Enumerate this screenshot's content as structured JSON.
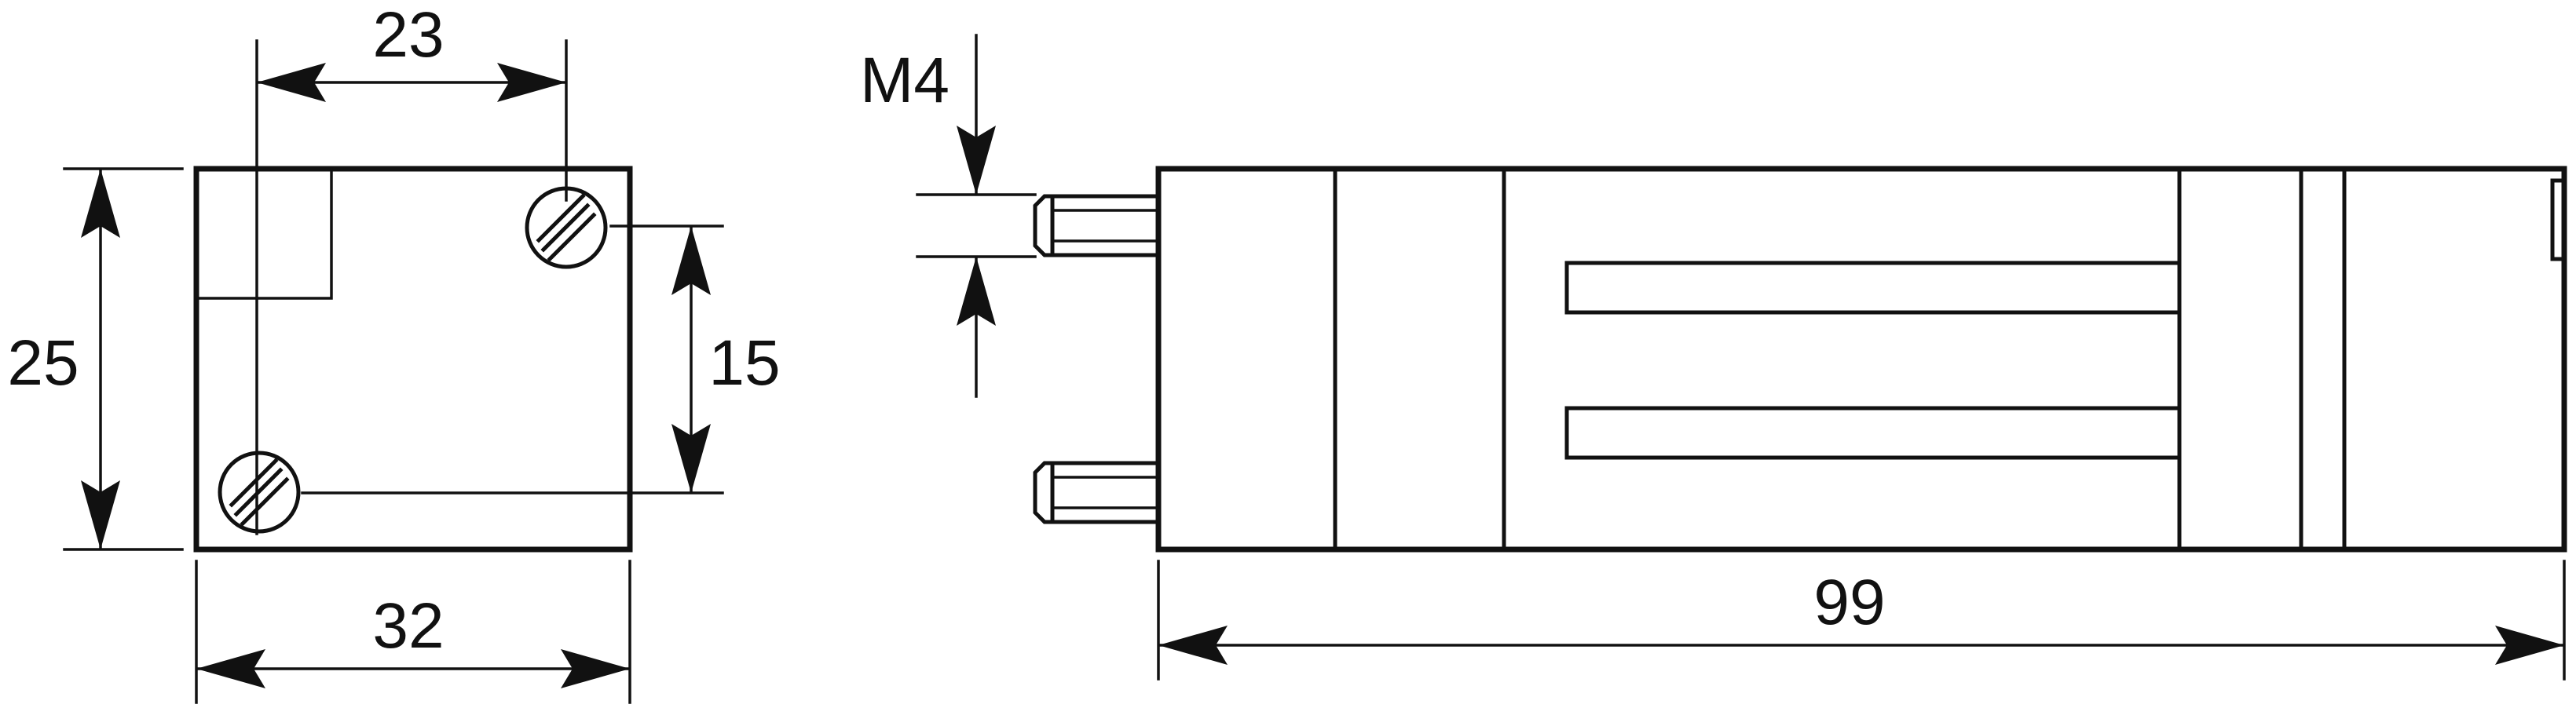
{
  "front_view": {
    "dim_hole_spacing_horizontal": "23",
    "dim_height": "25",
    "dim_hole_spacing_vertical": "15",
    "dim_width": "32"
  },
  "side_view": {
    "thread_label": "M4",
    "dim_length": "99"
  }
}
